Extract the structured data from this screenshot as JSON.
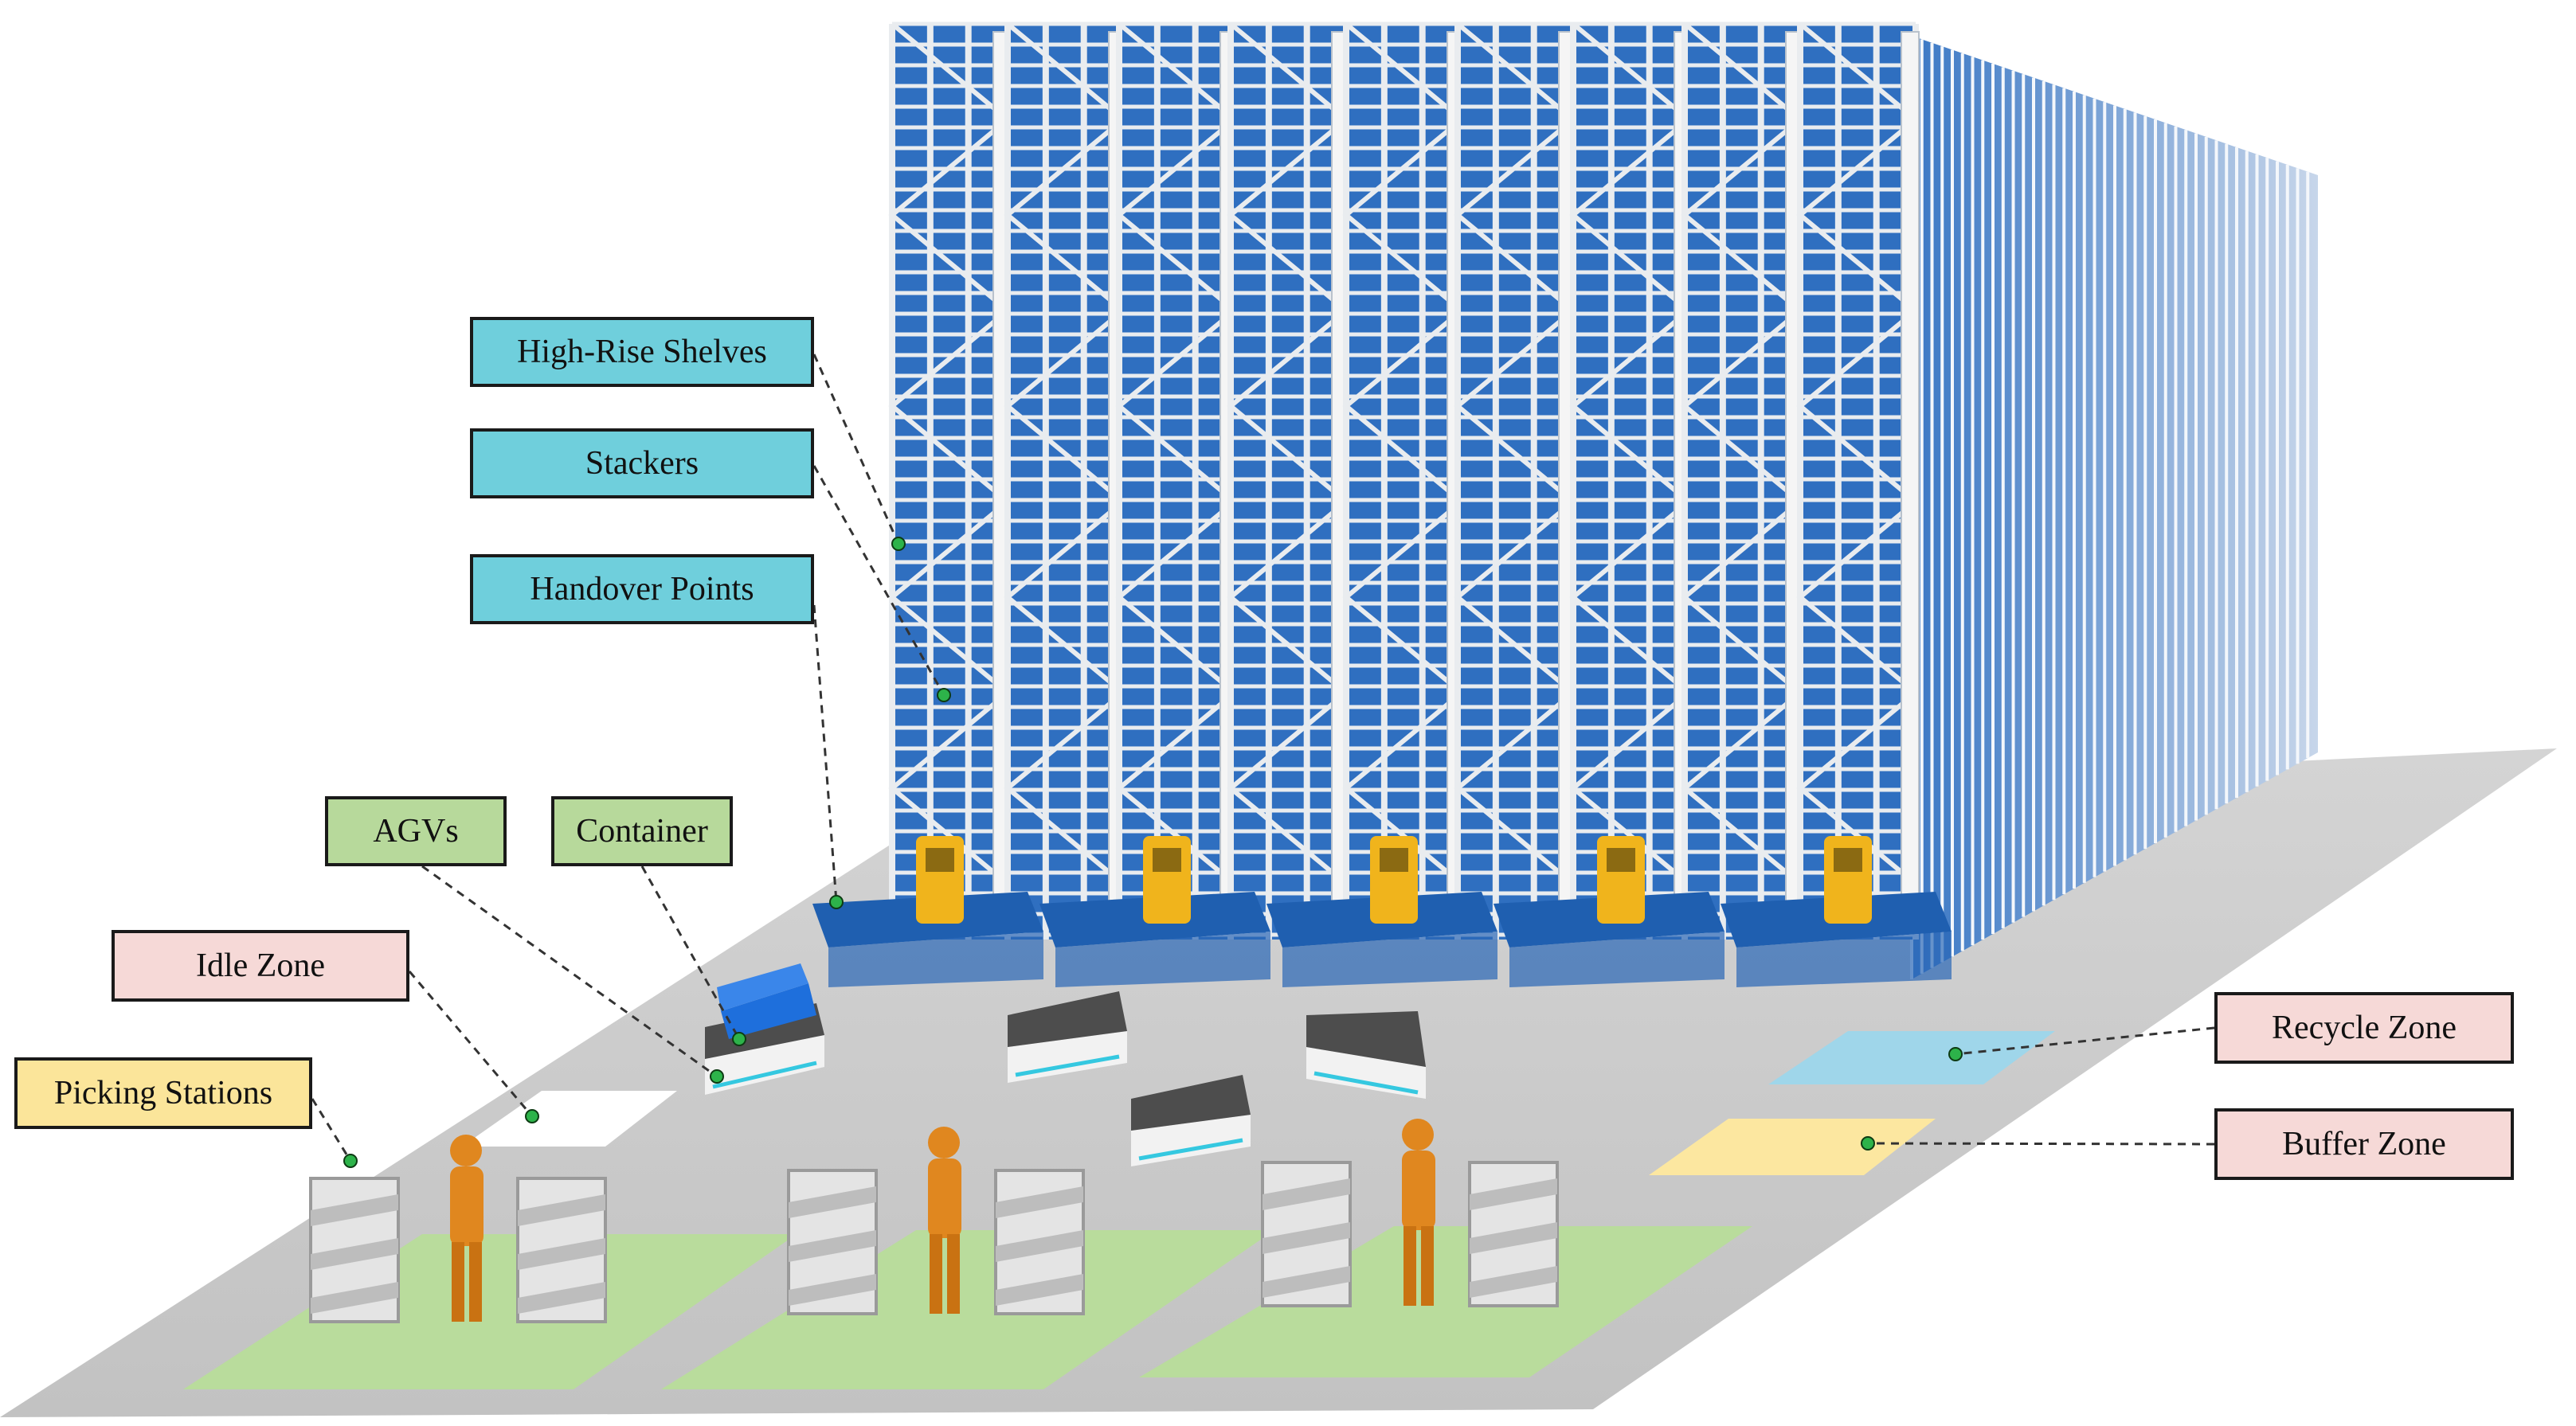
{
  "labels": {
    "high_rise_shelves": "High-Rise Shelves",
    "stackers": "Stackers",
    "handover_points": "Handover Points",
    "agvs": "AGVs",
    "container": "Container",
    "idle_zone": "Idle Zone",
    "picking_stations": "Picking Stations",
    "recycle_zone": "Recycle Zone",
    "buffer_zone": "Buffer Zone"
  },
  "colors": {
    "floor": "#cfcfcf",
    "rack_frame": "#e9ecef",
    "rack_bins": "#2f6fc0",
    "stacker_body": "#f0b41c",
    "conveyor": "#1f5fb0",
    "agv_top": "#4d4d4d",
    "agv_body": "#f2f2f2",
    "container": "#1e6fdc",
    "worker": "#e0871f",
    "picking_zone": "#b9dc9c",
    "idle_zone": "#ffffff",
    "recycle_zone": "#9fd6ea",
    "buffer_zone": "#fce7a0",
    "marker": "#2db34a"
  }
}
